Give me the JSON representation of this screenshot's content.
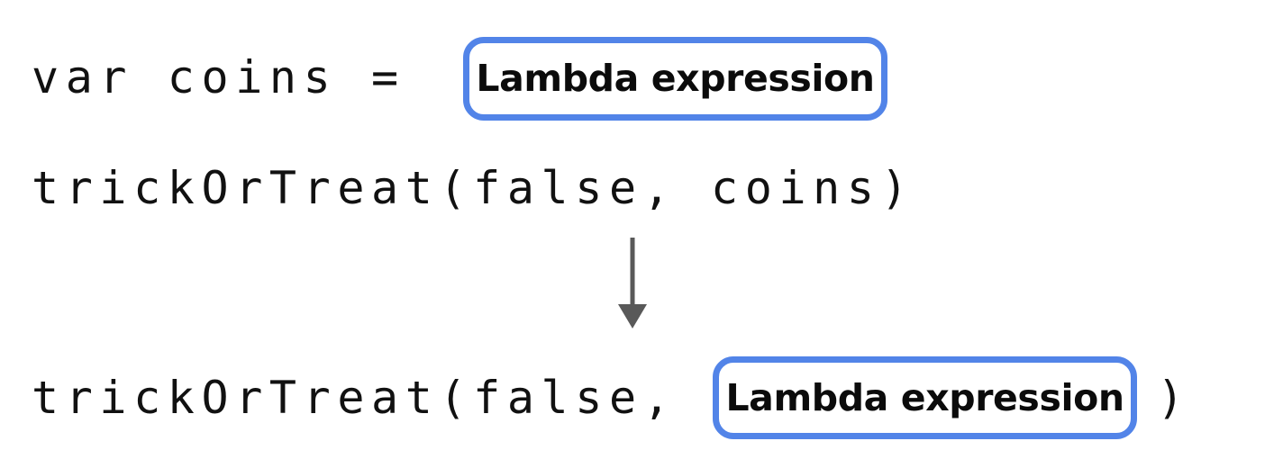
{
  "figure": {
    "title": "Lambda expression trailing-lambda transformation",
    "background_color": "#ffffff",
    "accent_color": "#5284e8",
    "code_color": "#111111",
    "arrow_color": "#595959"
  },
  "before": {
    "line_1_code": "var coins = ",
    "line_1_box_label": "Lambda expression",
    "line_2_code": "trickOrTreat(false, coins)"
  },
  "arrow": {
    "icon": "arrow-down-icon",
    "direction": "down",
    "color": "#595959"
  },
  "after": {
    "line_3_prefix": "trickOrTreat(false, ",
    "line_3_box_label": "Lambda expression",
    "line_3_suffix": ")"
  }
}
